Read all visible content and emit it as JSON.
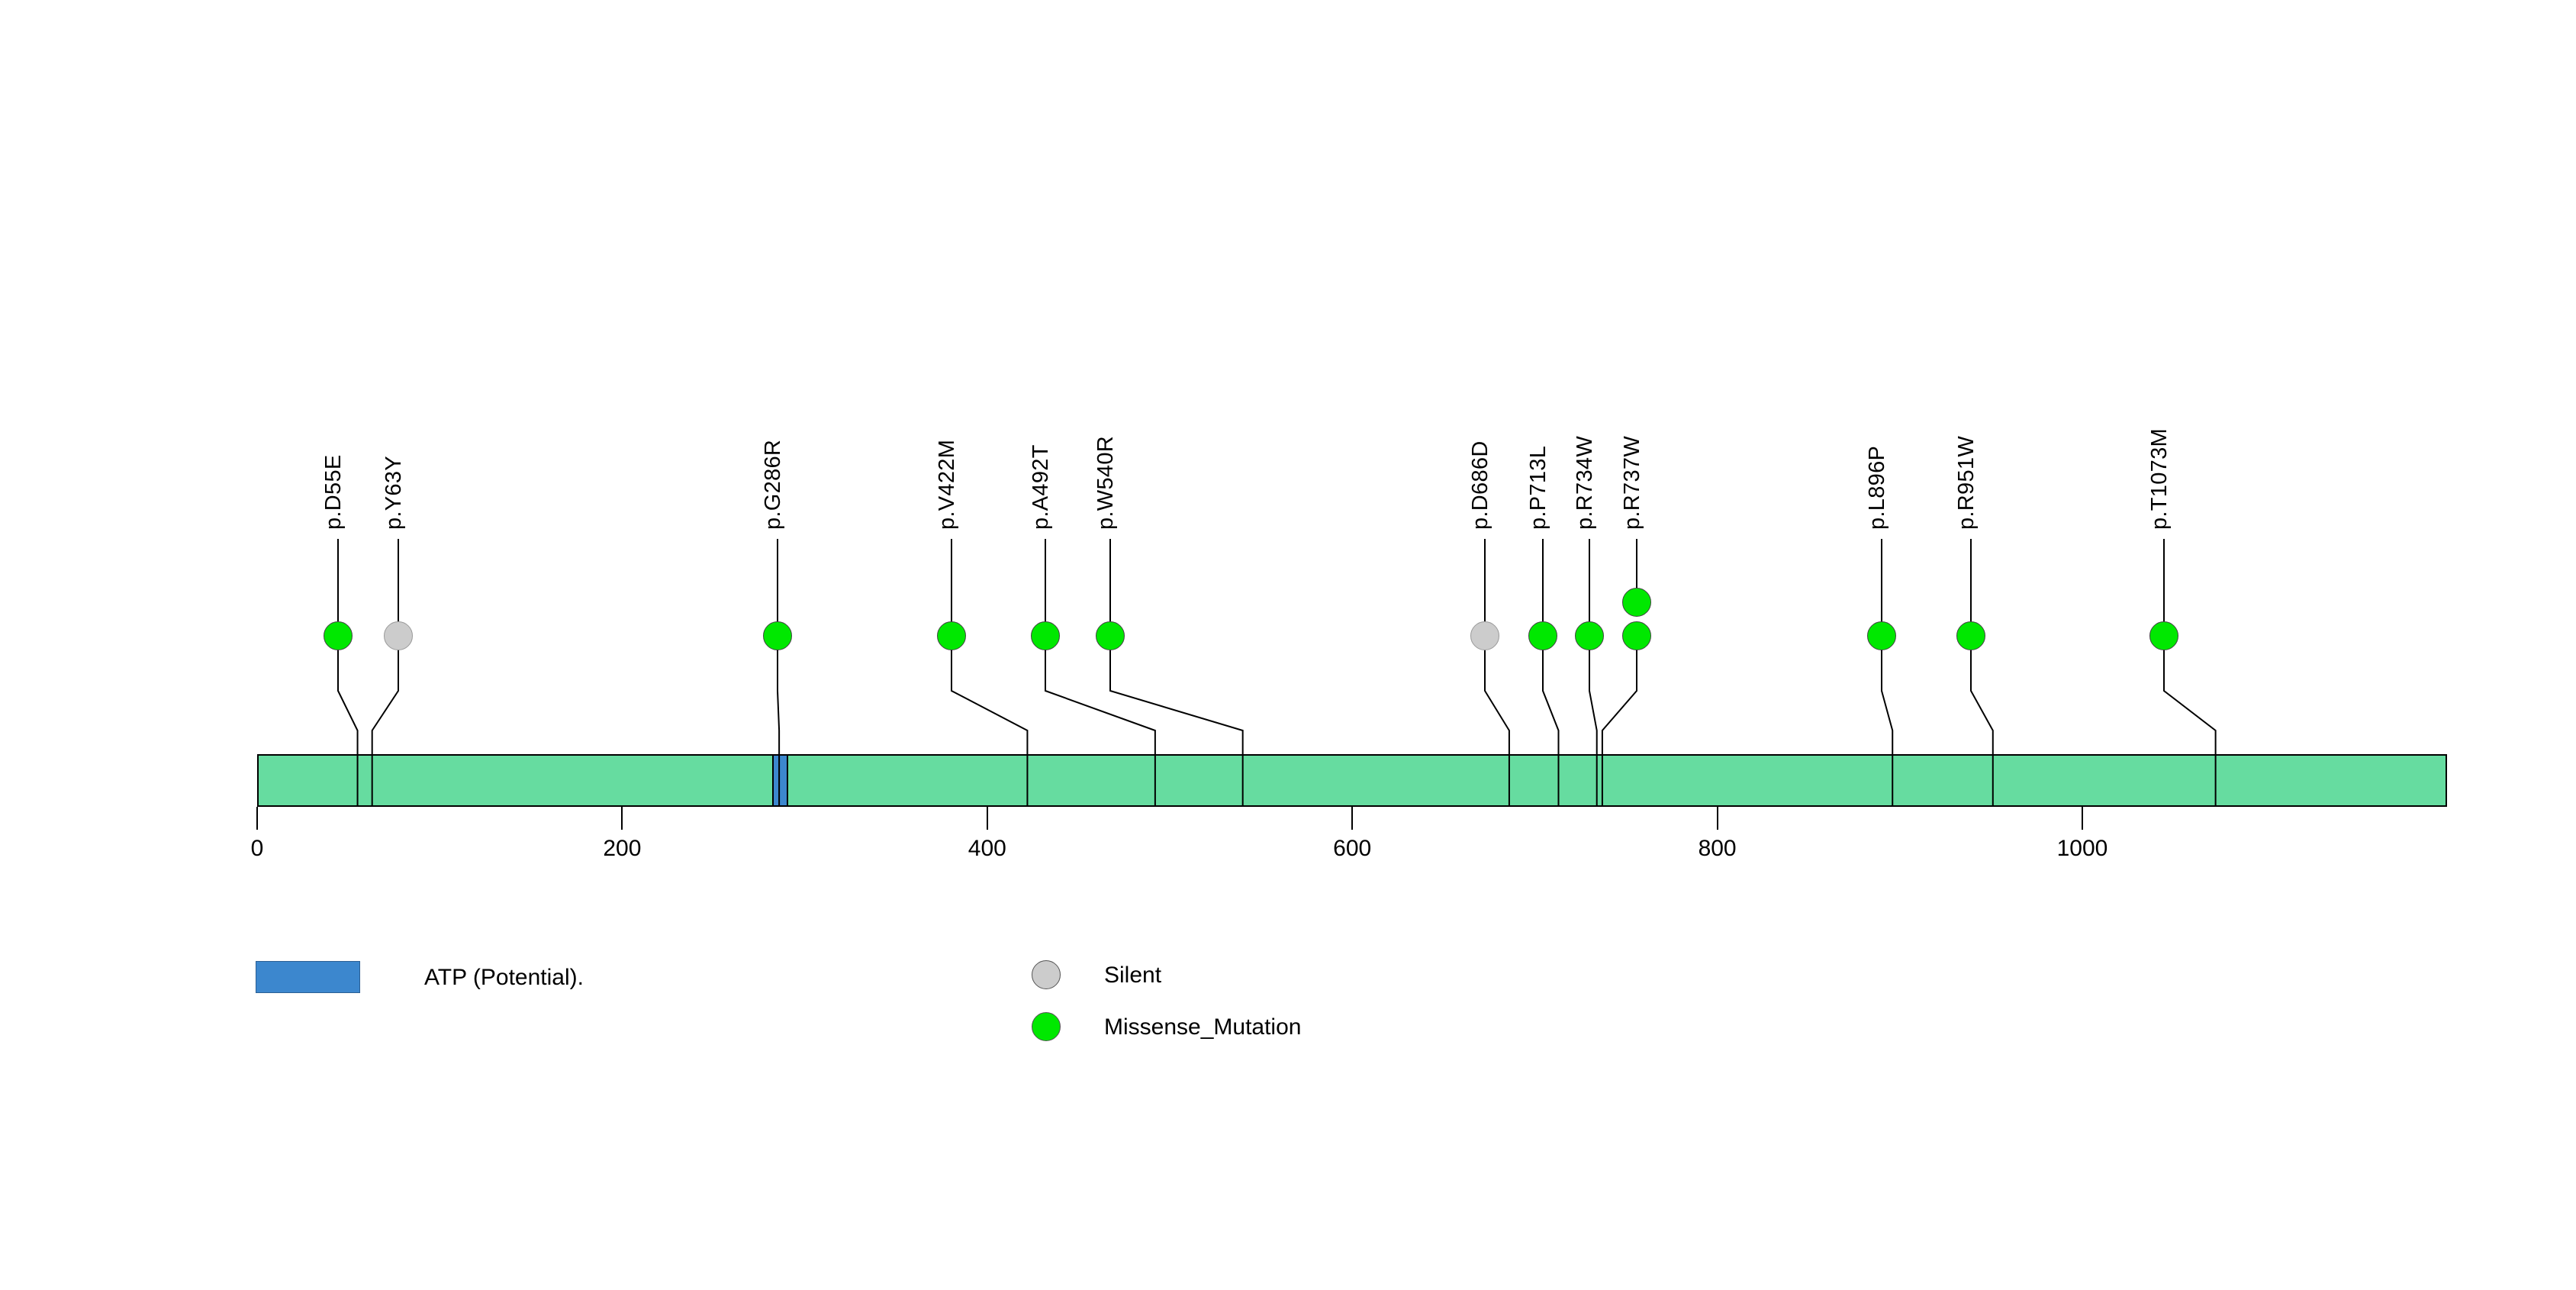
{
  "chart_data": {
    "type": "lollipop",
    "title": "",
    "xlabel": "",
    "ylabel": "",
    "xlim": [
      0,
      1200
    ],
    "x_ticks": [
      0,
      200,
      400,
      600,
      800,
      1000
    ],
    "x_tick_labels": [
      "0",
      "200",
      "400",
      "600",
      "800",
      "1000"
    ],
    "grid": false,
    "protein_length": 1200,
    "backbone_color": "#66DCA0",
    "domains": [
      {
        "name": "ATP (Potential).",
        "start": 282,
        "end": 291,
        "color": "#3C87CE"
      }
    ],
    "mutations": [
      {
        "label": "p.D55E",
        "position": 55,
        "type": "Missense_Mutation",
        "count": 1,
        "color": "#00E800"
      },
      {
        "label": "p.Y63Y",
        "position": 63,
        "type": "Silent",
        "count": 1,
        "color": "#CCCCCC"
      },
      {
        "label": "p.G286R",
        "position": 286,
        "type": "Missense_Mutation",
        "count": 1,
        "color": "#00E800"
      },
      {
        "label": "p.V422M",
        "position": 422,
        "type": "Missense_Mutation",
        "count": 1,
        "color": "#00E800"
      },
      {
        "label": "p.A492T",
        "position": 492,
        "type": "Missense_Mutation",
        "count": 1,
        "color": "#00E800"
      },
      {
        "label": "p.W540R",
        "position": 540,
        "type": "Missense_Mutation",
        "count": 1,
        "color": "#00E800"
      },
      {
        "label": "p.D686D",
        "position": 686,
        "type": "Silent",
        "count": 1,
        "color": "#CCCCCC"
      },
      {
        "label": "p.P713L",
        "position": 713,
        "type": "Missense_Mutation",
        "count": 1,
        "color": "#00E800"
      },
      {
        "label": "p.R734W",
        "position": 734,
        "type": "Missense_Mutation",
        "count": 1,
        "color": "#00E800"
      },
      {
        "label": "p.R737W",
        "position": 737,
        "type": "Missense_Mutation",
        "count": 2,
        "color": "#00E800"
      },
      {
        "label": "p.L896P",
        "position": 896,
        "type": "Missense_Mutation",
        "count": 1,
        "color": "#00E800"
      },
      {
        "label": "p.R951W",
        "position": 951,
        "type": "Missense_Mutation",
        "count": 1,
        "color": "#00E800"
      },
      {
        "label": "p.T1073M",
        "position": 1073,
        "type": "Missense_Mutation",
        "count": 1,
        "color": "#00E800"
      }
    ]
  },
  "legend": {
    "domain_items": [
      {
        "label": "ATP (Potential).",
        "color": "#3C87CE",
        "shape": "rect"
      }
    ],
    "mutation_items": [
      {
        "label": "Silent",
        "color": "#CCCCCC",
        "shape": "circle"
      },
      {
        "label": "Missense_Mutation",
        "color": "#00E800",
        "shape": "circle"
      }
    ]
  }
}
